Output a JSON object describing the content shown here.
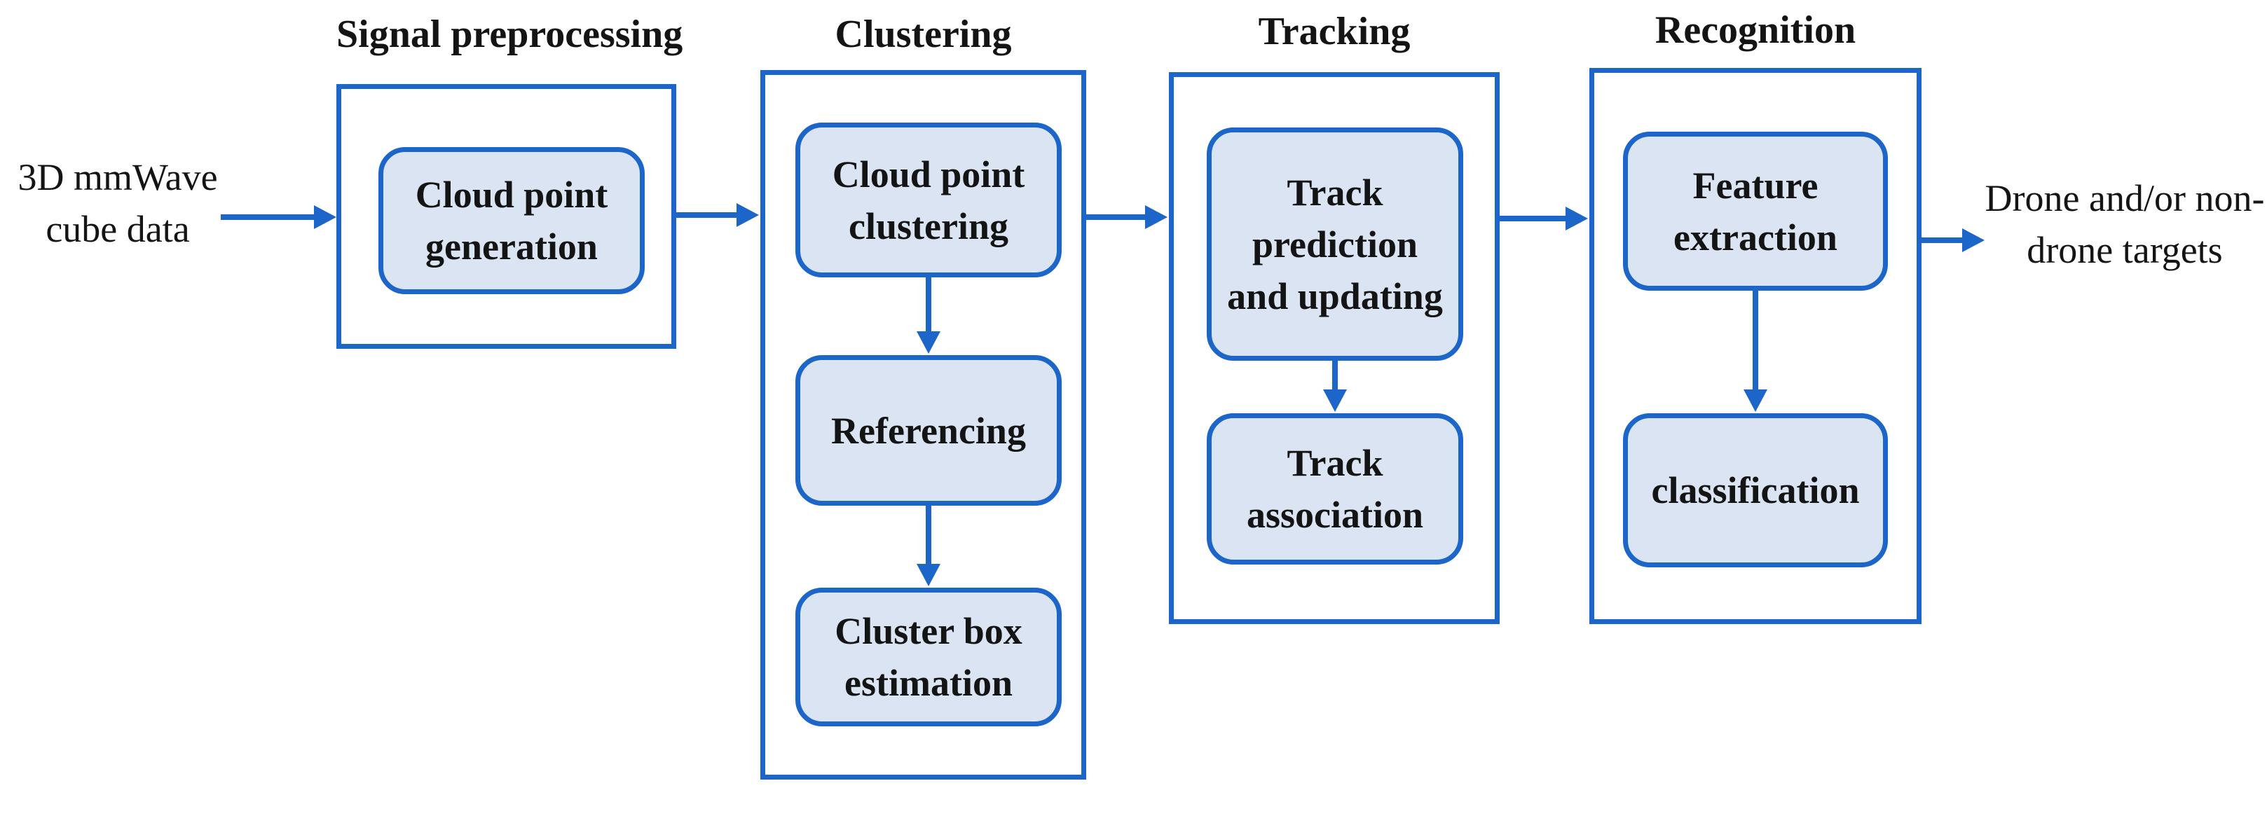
{
  "diagram": {
    "input_label": {
      "line1": "3D mmWave",
      "line2": "cube data"
    },
    "output_label": {
      "line1": "Drone and/or",
      "line2": "non-drone targets"
    },
    "stages": [
      {
        "title": "Signal preprocessing",
        "nodes": [
          {
            "lines": [
              "Cloud point",
              "generation"
            ]
          }
        ]
      },
      {
        "title": "Clustering",
        "nodes": [
          {
            "lines": [
              "Cloud point",
              "clustering"
            ]
          },
          {
            "lines": [
              "Referencing"
            ]
          },
          {
            "lines": [
              "Cluster box",
              "estimation"
            ]
          }
        ]
      },
      {
        "title": "Tracking",
        "nodes": [
          {
            "lines": [
              "Track",
              "prediction",
              "and updating"
            ]
          },
          {
            "lines": [
              "Track",
              "association"
            ]
          }
        ]
      },
      {
        "title": "Recognition",
        "nodes": [
          {
            "lines": [
              "Feature",
              "extraction"
            ]
          },
          {
            "lines": [
              "classification"
            ]
          }
        ]
      }
    ],
    "colors": {
      "stroke_blue": "#1c65c9",
      "node_fill": "#dbe4f3",
      "text": "#141414",
      "background": "#ffffff"
    }
  }
}
